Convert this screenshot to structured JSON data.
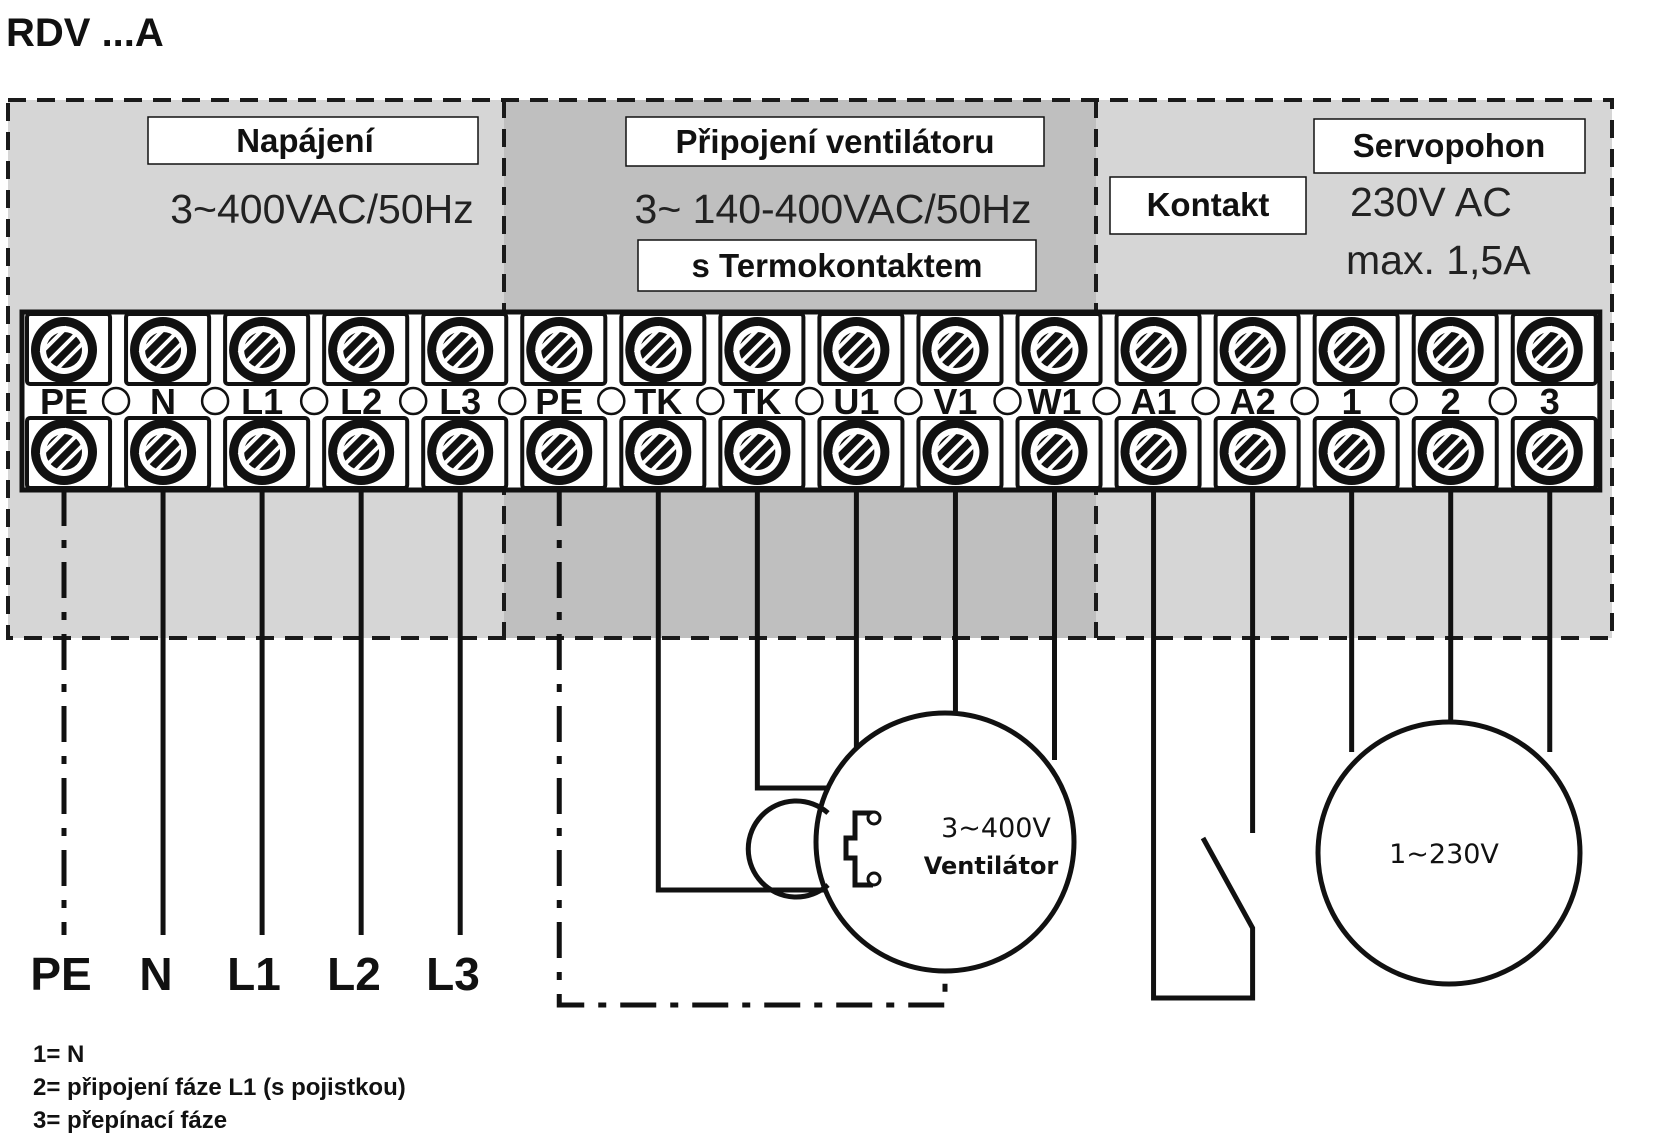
{
  "title": "RDV ...A",
  "sections": {
    "napajeni": {
      "label": "Napájení",
      "spec": "3~400VAC/50Hz"
    },
    "ventilator": {
      "label": "Připojení ventilátoru",
      "spec": "3~ 140-400VAC/50Hz",
      "sublabel": "s Termokontaktem"
    },
    "kontakt": {
      "label": "Kontakt"
    },
    "servopohon": {
      "label": "Servopohon",
      "spec_line1": "230V AC",
      "spec_line2": "max. 1,5A"
    }
  },
  "terminals": [
    "PE",
    "N",
    "L1",
    "L2",
    "L3",
    "PE",
    "TK",
    "TK",
    "U1",
    "V1",
    "W1",
    "A1",
    "A2",
    "1",
    "2",
    "3"
  ],
  "supply_wires": [
    "PE",
    "N",
    "L1",
    "L2",
    "L3"
  ],
  "fan_motor": {
    "rating": "3~400V",
    "name": "Ventilátor"
  },
  "servo_motor": {
    "rating": "1~230V"
  },
  "notes": [
    "1= N",
    "2= připojení fáze L1 (s pojistkou)",
    "3= přepínací fáze"
  ],
  "colors": {
    "panel_light": "#d6d6d6",
    "panel_dark": "#bfbfbf",
    "line": "#111111"
  }
}
